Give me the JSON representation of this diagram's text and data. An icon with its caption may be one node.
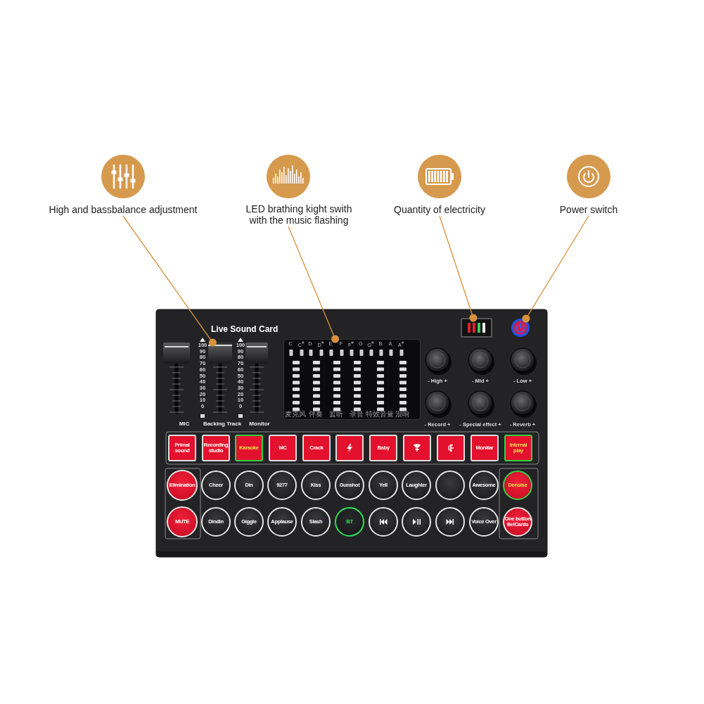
{
  "diagram": {
    "nodes": [
      {
        "text": [
          "High and bassbalance adjustment"
        ]
      },
      {
        "text": [
          "LED brathing kight swith with the music flashing"
        ]
      },
      {
        "text": [
          "Quantity of electricity"
        ]
      },
      {
        "text": [
          "Power switch"
        ]
      },
      {
        "text": [],
        "shape": "box"
      },
      {
        "text": [],
        "shape": "box"
      },
      {
        "text": [],
        "shape": "box"
      },
      {
        "text": [],
        "shape": "circle"
      }
    ],
    "edges": [
      {
        "from": 0,
        "to": 4,
        "arrow": "other"
      },
      {
        "from": 1,
        "to": 5,
        "arrow": "other"
      },
      {
        "from": 2,
        "to": 6,
        "arrow": "other"
      },
      {
        "from": 3,
        "to": 7,
        "arrow": "other"
      }
    ],
    "labels": [
      "Live Sound Card",
      "100",
      "90",
      "80",
      "70",
      "60",
      "50",
      "40",
      "30",
      "20",
      "10",
      "0",
      "100",
      "90",
      "80",
      "70",
      "60",
      "50",
      "40",
      "30",
      "20",
      "10",
      "0",
      "MIC",
      "Backing Track",
      "Monitor",
      "C",
      "C$^{#}$",
      "D",
      "D$^{#}$",
      "E",
      "F",
      "F$^{#}$",
      "G",
      "G$^{#}$",
      "B",
      "A",
      "A$^{#}$",
      "麦克风",
      "伴奏",
      "监听",
      "录音",
      "特效音量",
      "混响",
      "- High +",
      "- Mid +",
      "- Low +",
      "- Record +",
      "- Special effect +",
      "- Reverb +",
      "Primal sound",
      "Recording studio",
      "Karaoke",
      "MC",
      "Crack",
      "Baby",
      "Monitar",
      "Internal play",
      "Elimination",
      "Cheer",
      "Din",
      "9277",
      "Kiss",
      "Gunshot",
      "Yell",
      "Laughter",
      "Awesome",
      "Denoise",
      "MUTE",
      "Dindin",
      "Giggle",
      "Applause",
      "Slash",
      "BT",
      "Voice Over",
      "One button BelCanto"
    ]
  }
}
